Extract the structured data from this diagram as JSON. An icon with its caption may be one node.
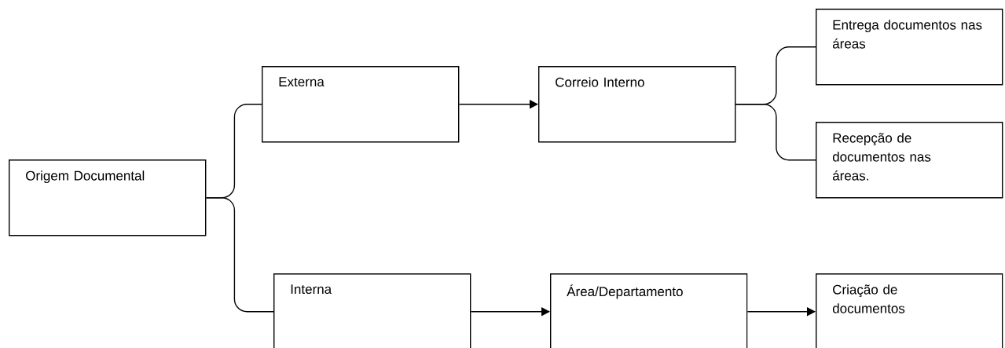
{
  "diagram": {
    "nodes": [
      {
        "text": [
          "Origem Documental"
        ]
      },
      {
        "text": [
          "Externa"
        ]
      },
      {
        "text": [
          "Correio Interno"
        ]
      },
      {
        "text": [
          "Entrega documentos nas áreas"
        ]
      },
      {
        "text": [
          "Recepção de documentos nas áreas."
        ]
      },
      {
        "text": [
          "Interna"
        ]
      },
      {
        "text": [
          "Área/Departamento"
        ]
      },
      {
        "text": [
          "Criação de documentos"
        ]
      }
    ],
    "edges": [
      {
        "from": 0,
        "to": 1,
        "arrow": "none"
      },
      {
        "from": 0,
        "to": 5,
        "arrow": "none"
      },
      {
        "from": 1,
        "to": 2,
        "arrow": "to"
      },
      {
        "from": 2,
        "to": 3,
        "arrow": "none"
      },
      {
        "from": 2,
        "to": 4,
        "arrow": "none"
      },
      {
        "from": 5,
        "to": 6,
        "arrow": "to"
      },
      {
        "from": 6,
        "to": 7,
        "arrow": "to"
      }
    ]
  }
}
